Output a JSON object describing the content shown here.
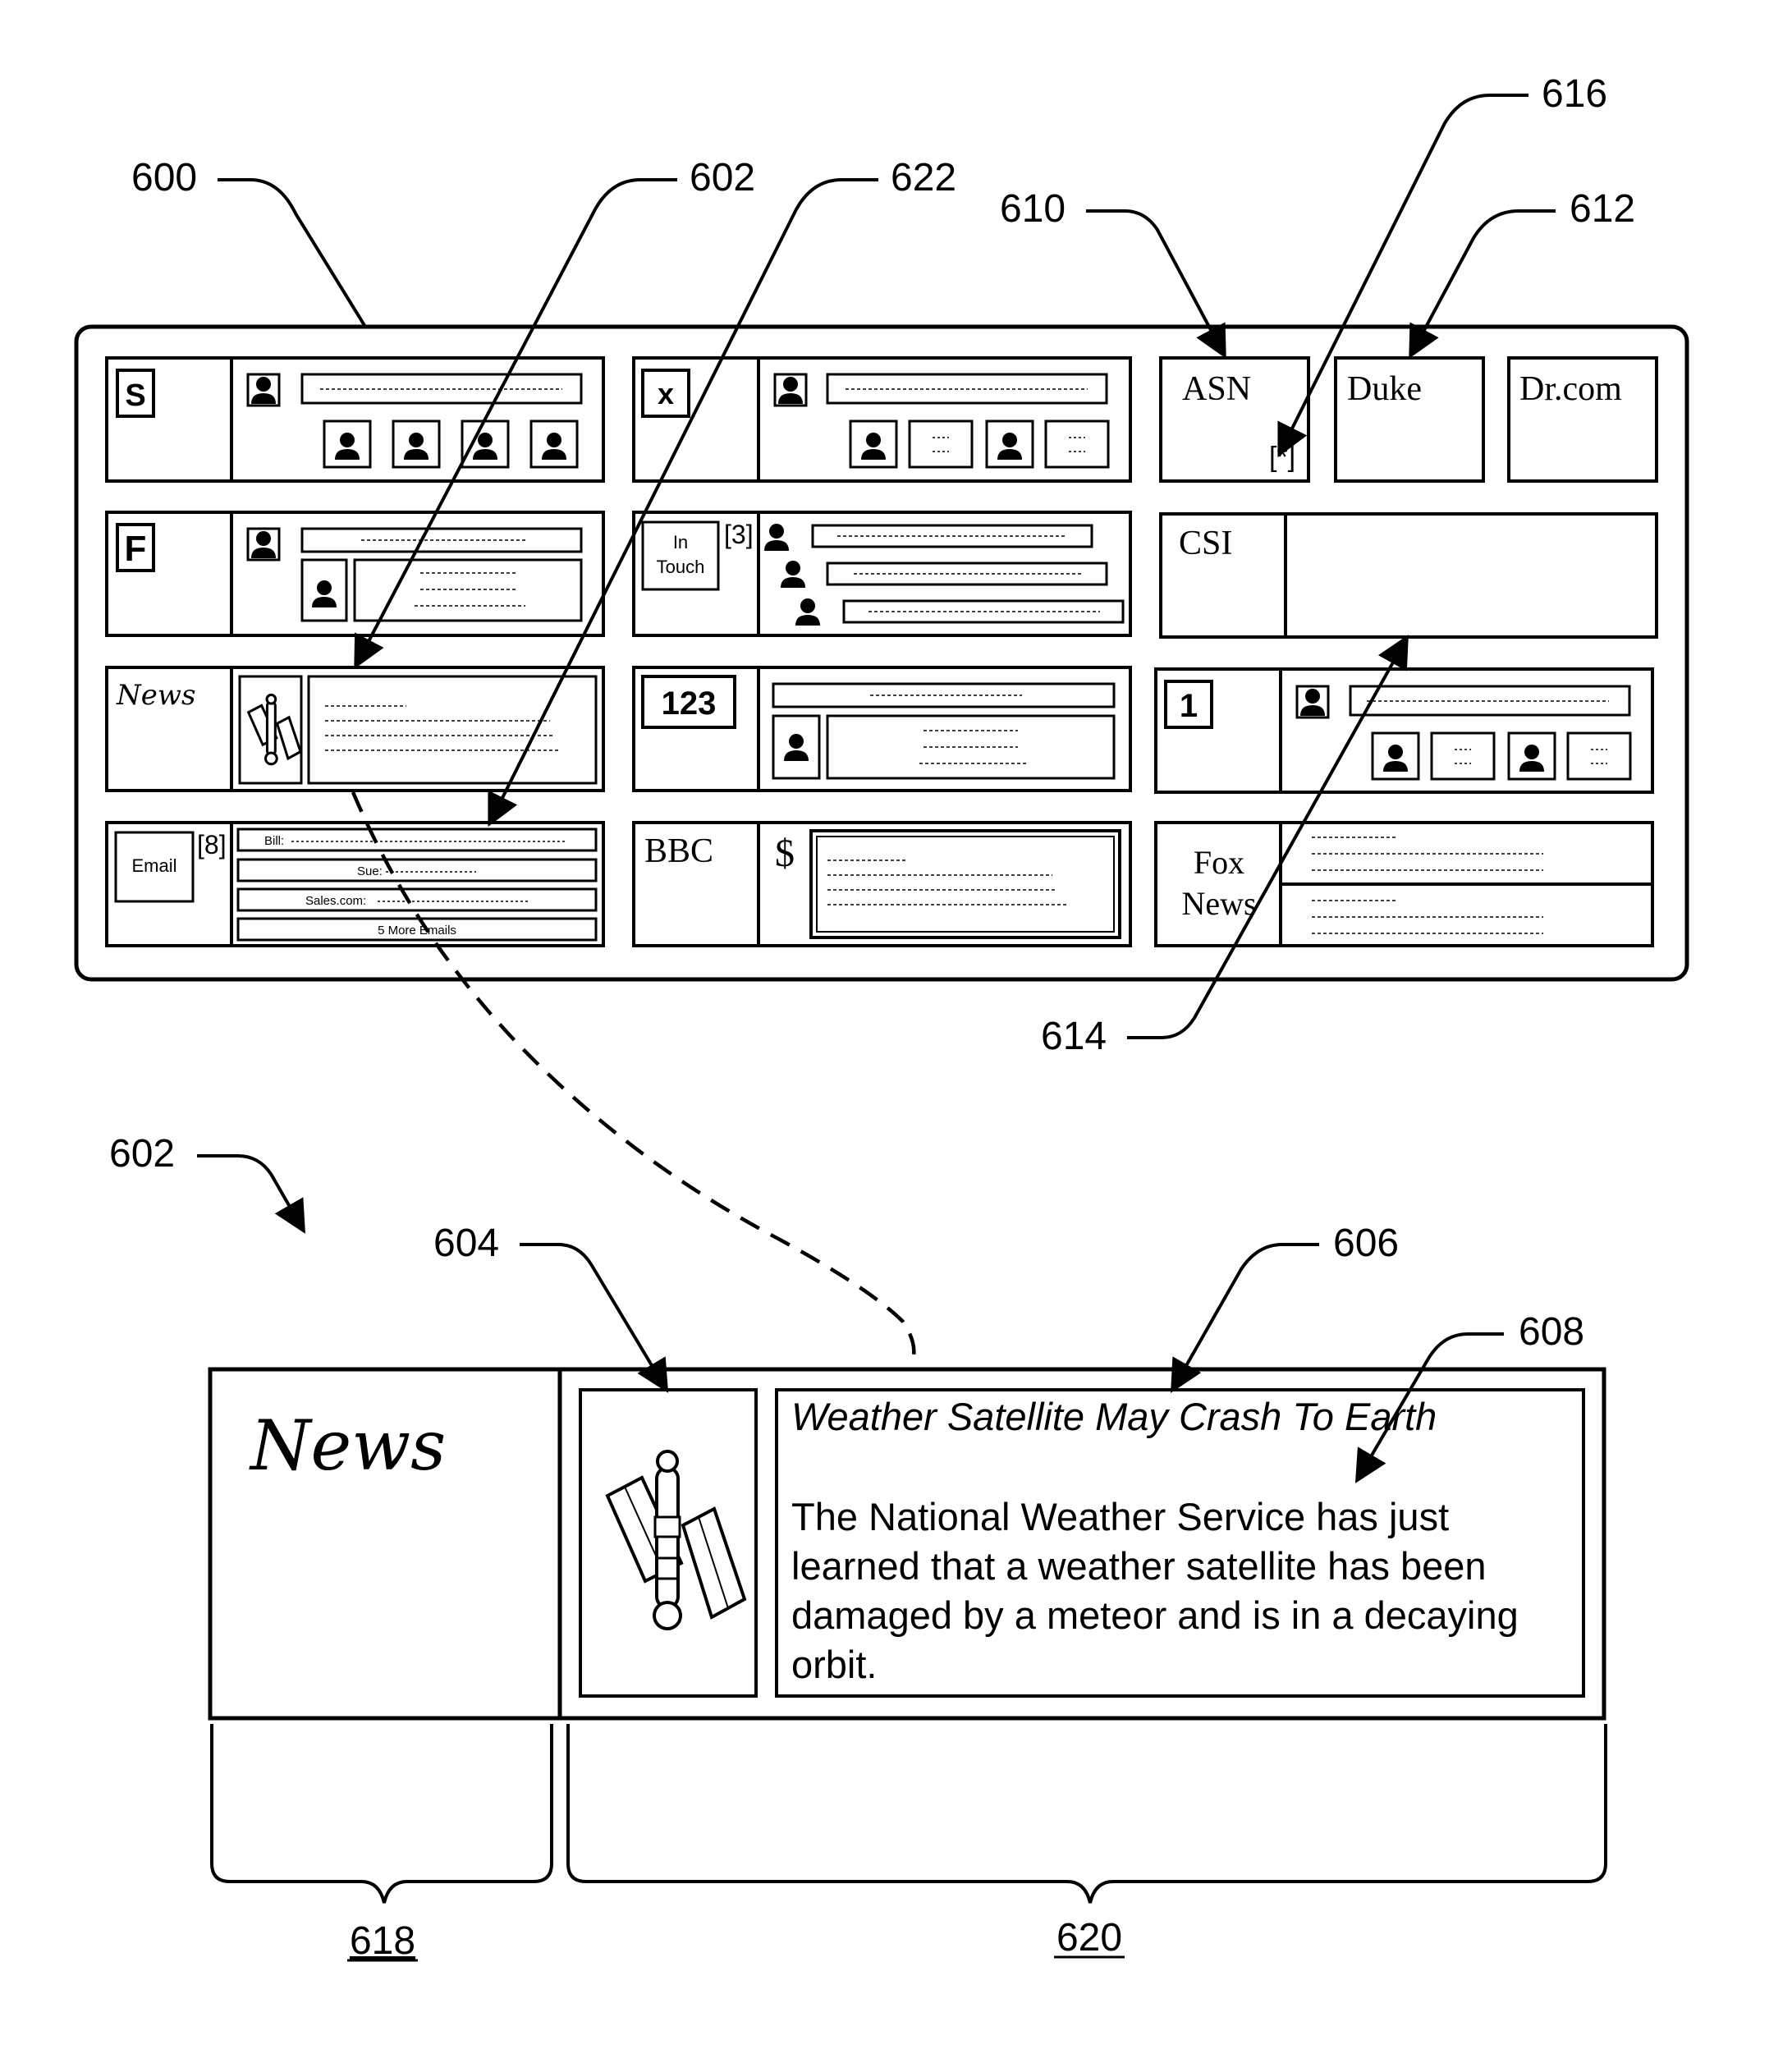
{
  "labels": {
    "screen": "600",
    "tile_news": "602",
    "tile_news_detail": "602",
    "image_area": "604",
    "headline_ref": "606",
    "body_ref": "608",
    "asn_ref": "610",
    "duke_ref": "612",
    "csi_ref": "614",
    "badge_ref": "616",
    "email_ref": "622",
    "brand_region": "618",
    "content_region": "620"
  },
  "tiles": {
    "s_icon": "S",
    "x_icon": "x",
    "f_icon": "F",
    "intouch_line1": "In",
    "intouch_line2": "Touch",
    "intouch_badge": "[3]",
    "news": "News",
    "num_123": "123",
    "one": "1",
    "email": "Email",
    "email_badge": "[8]",
    "email_rows": [
      "Bill:",
      "Sue:",
      "Sales.com:",
      "5 More Emails"
    ],
    "bbc": "BBC",
    "dollar": "$",
    "fox_line1": "Fox",
    "fox_line2": "News",
    "asn": "ASN",
    "asn_badge": "[*]",
    "duke": "Duke",
    "drcom": "Dr.com",
    "csi": "CSI"
  },
  "detail": {
    "brand": "News",
    "headline": "Weather Satellite May Crash To Earth",
    "body_lines": [
      "The National Weather Service has just",
      "learned that a weather satellite has been",
      "damaged by a meteor and is in a decaying",
      "orbit."
    ]
  }
}
